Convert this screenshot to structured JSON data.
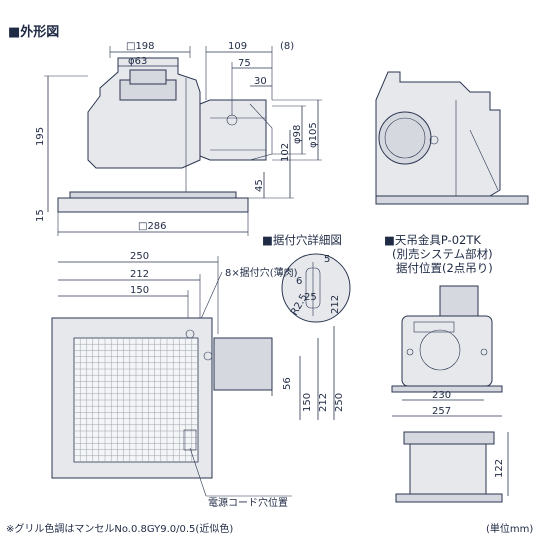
{
  "title": "■外形図",
  "side_view": {
    "dims": {
      "box_width": "□198",
      "duct_dia_top": "φ63",
      "offset_109": "109",
      "offset_8": "(8)",
      "offset_75": "75",
      "offset_30": "30",
      "height_195": "195",
      "dia_98": "φ98",
      "dia_105": "φ105",
      "h_102": "102",
      "h_45": "45",
      "h_15": "15",
      "panel_width": "□286"
    }
  },
  "detail": {
    "title": "■据付穴詳細図",
    "dims": {
      "w5": "5",
      "w6": "6",
      "w25": "25",
      "r25": "R2.5",
      "h212": "212"
    }
  },
  "plan_view": {
    "dims": {
      "d250": "250",
      "d212": "212",
      "d150": "150",
      "h56": "56",
      "h150": "150",
      "h212": "212",
      "h250": "250"
    },
    "hole_label": "8×据付穴(薄肉)",
    "cord_label": "電源コード穴位置"
  },
  "bracket": {
    "title": "■天吊金具P-02TK",
    "sub1": "(別売システム部材)",
    "sub2": "据付位置(2点吊り)",
    "dims": {
      "w230": "230",
      "w257": "257",
      "h122": "122"
    }
  },
  "footnote": "※グリル色調はマンセルNo.0.8GY9.0/0.5(近似色)",
  "unit": "(単位mm)"
}
